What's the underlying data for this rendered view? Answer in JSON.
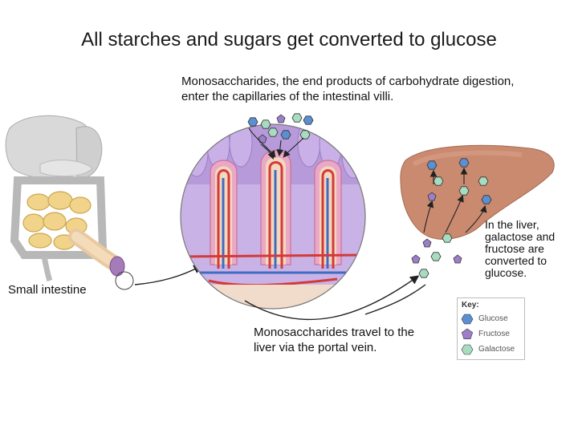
{
  "title": "All starches and sugars get converted to glucose",
  "captions": {
    "top": "Monosaccharides, the end products of carbohydrate digestion, enter the capillaries of the intestinal villi.",
    "liver": "In the liver, galactose and fructose are converted to glucose.",
    "small_intestine": "Small intestine",
    "portal": "Monosaccharides travel to the liver via the portal vein."
  },
  "key": {
    "title": "Key:",
    "items": [
      {
        "label": "Glucose",
        "shape": "hexagon",
        "color": "#5b8fd1"
      },
      {
        "label": "Fructose",
        "shape": "pentagon",
        "color": "#9b7fc9"
      },
      {
        "label": "Galactose",
        "shape": "hexagon",
        "color": "#a8dcc0"
      }
    ]
  }
}
